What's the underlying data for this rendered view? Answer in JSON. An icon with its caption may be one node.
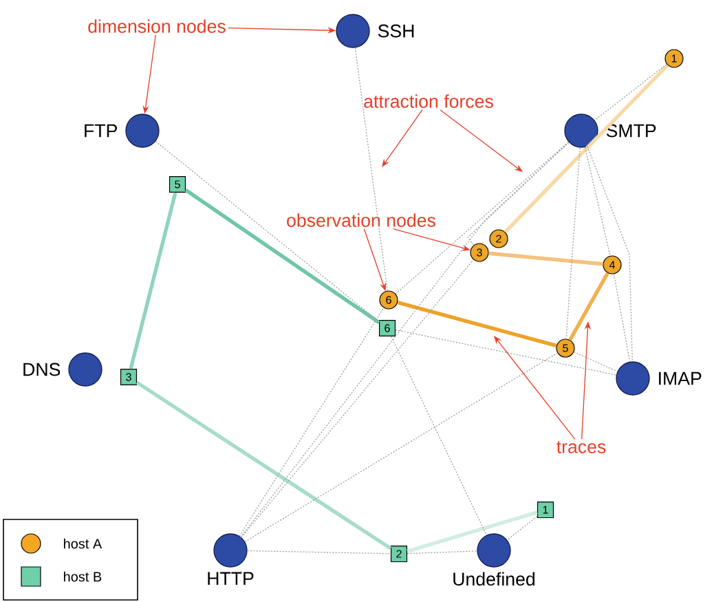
{
  "diagram": {
    "nodes": [
      {
        "text": [
          "dimension nodes"
        ]
      },
      {
        "text": [],
        "shape": "circle",
        "beside": [
          "SSH"
        ]
      },
      {
        "text": [
          "1"
        ]
      },
      {
        "text": [
          "attraction forces"
        ]
      },
      {
        "text": [],
        "shape": "circle",
        "beside": [
          "FTP"
        ]
      },
      {
        "text": [],
        "shape": "circle",
        "beside": [
          "SMTP"
        ]
      },
      {
        "text": [
          "5"
        ]
      },
      {
        "text": [
          "observation nodes"
        ]
      },
      {
        "text": [
          "2"
        ]
      },
      {
        "text": [
          "3"
        ]
      },
      {
        "text": [
          "4"
        ]
      },
      {
        "text": [
          "6"
        ]
      },
      {
        "text": [
          "6"
        ]
      },
      {
        "text": [
          "5"
        ]
      },
      {
        "text": [],
        "shape": "circle",
        "beside": [
          "DNS"
        ]
      },
      {
        "text": [
          "3"
        ]
      },
      {
        "text": [],
        "shape": "circle",
        "beside": [
          "IMAP"
        ]
      },
      {
        "text": [
          "traces"
        ]
      },
      {
        "text": [
          "1"
        ]
      },
      {
        "text": [],
        "shape": "circle",
        "beside": [
          "HTTP"
        ]
      },
      {
        "text": [
          "2"
        ]
      },
      {
        "text": [],
        "shape": "circle",
        "beside": [
          "Undefined"
        ]
      }
    ],
    "edges": [
      {
        "from": 0,
        "to": 1,
        "arrow": "to",
        "color": "#e5402a"
      },
      {
        "from": 0,
        "to": 4,
        "arrow": "to",
        "color": "#e5402a"
      },
      {
        "from": 3,
        "to": null,
        "arrow": "to",
        "color": "#e5402a"
      },
      {
        "from": 3,
        "to": null,
        "arrow": "to",
        "color": "#e5402a"
      },
      {
        "from": 7,
        "to": 9,
        "arrow": "to",
        "color": "#e5402a"
      },
      {
        "from": 7,
        "to": 11,
        "arrow": "to",
        "color": "#e5402a"
      },
      {
        "from": 17,
        "to": null,
        "arrow": "to",
        "color": "#e5402a"
      },
      {
        "from": 17,
        "to": null,
        "arrow": "to",
        "color": "#e5402a"
      },
      {
        "from": 2,
        "to": 8,
        "arrow": "none",
        "style": "thick",
        "color": "#f8d9a6"
      },
      {
        "from": 9,
        "to": 10,
        "arrow": "none",
        "style": "thick",
        "color": "#f4c27c"
      },
      {
        "from": 10,
        "to": 13,
        "arrow": "none",
        "style": "thick",
        "color": "#f2b04e"
      },
      {
        "from": 13,
        "to": 11,
        "arrow": "none",
        "style": "thick",
        "color": "#eea229"
      },
      {
        "from": 18,
        "to": 20,
        "arrow": "none",
        "style": "thick",
        "color": "#d3ece3"
      },
      {
        "from": 20,
        "to": 15,
        "arrow": "none",
        "style": "thick",
        "color": "#a6dccb"
      },
      {
        "from": 15,
        "to": 6,
        "arrow": "none",
        "style": "thick",
        "color": "#90d4bd"
      },
      {
        "from": 6,
        "to": 12,
        "arrow": "none",
        "style": "thick",
        "color": "#6fc6a8"
      },
      {
        "from": 1,
        "to": 11,
        "arrow": "none",
        "style": "dashed"
      },
      {
        "from": 4,
        "to": 12,
        "arrow": "none",
        "style": "dashed"
      },
      {
        "from": 2,
        "to": 5,
        "arrow": "none",
        "style": "dashed"
      },
      {
        "from": 5,
        "to": 9,
        "arrow": "none",
        "style": "dashed"
      },
      {
        "from": 5,
        "to": 11,
        "arrow": "none",
        "style": "dashed"
      },
      {
        "from": 5,
        "to": 19,
        "arrow": "none",
        "style": "dashed"
      },
      {
        "from": 5,
        "to": 13,
        "arrow": "none",
        "style": "dashed"
      },
      {
        "from": 5,
        "to": 10,
        "arrow": "none",
        "style": "dashed"
      },
      {
        "from": 5,
        "to": 16,
        "arrow": "none",
        "style": "dashed"
      },
      {
        "from": 19,
        "to": 11,
        "arrow": "none",
        "style": "dashed"
      },
      {
        "from": 19,
        "to": 9,
        "arrow": "none",
        "style": "dashed"
      },
      {
        "from": 19,
        "to": 13,
        "arrow": "none",
        "style": "dashed"
      },
      {
        "from": 19,
        "to": 20,
        "arrow": "none",
        "style": "dashed"
      },
      {
        "from": 20,
        "to": 21,
        "arrow": "none",
        "style": "dashed"
      },
      {
        "from": 12,
        "to": 21,
        "arrow": "none",
        "style": "dashed"
      },
      {
        "from": 12,
        "to": 16,
        "arrow": "none",
        "style": "dashed"
      },
      {
        "from": 13,
        "to": 16,
        "arrow": "none",
        "style": "dashed"
      },
      {
        "from": 10,
        "to": 16,
        "arrow": "none",
        "style": "dashed"
      },
      {
        "from": 18,
        "to": 21,
        "arrow": "none",
        "style": "dashed"
      }
    ],
    "legend": [
      {
        "text": "host A",
        "color": "#f5a623"
      },
      {
        "text": "host B",
        "color": "#6fcfa8"
      }
    ]
  }
}
